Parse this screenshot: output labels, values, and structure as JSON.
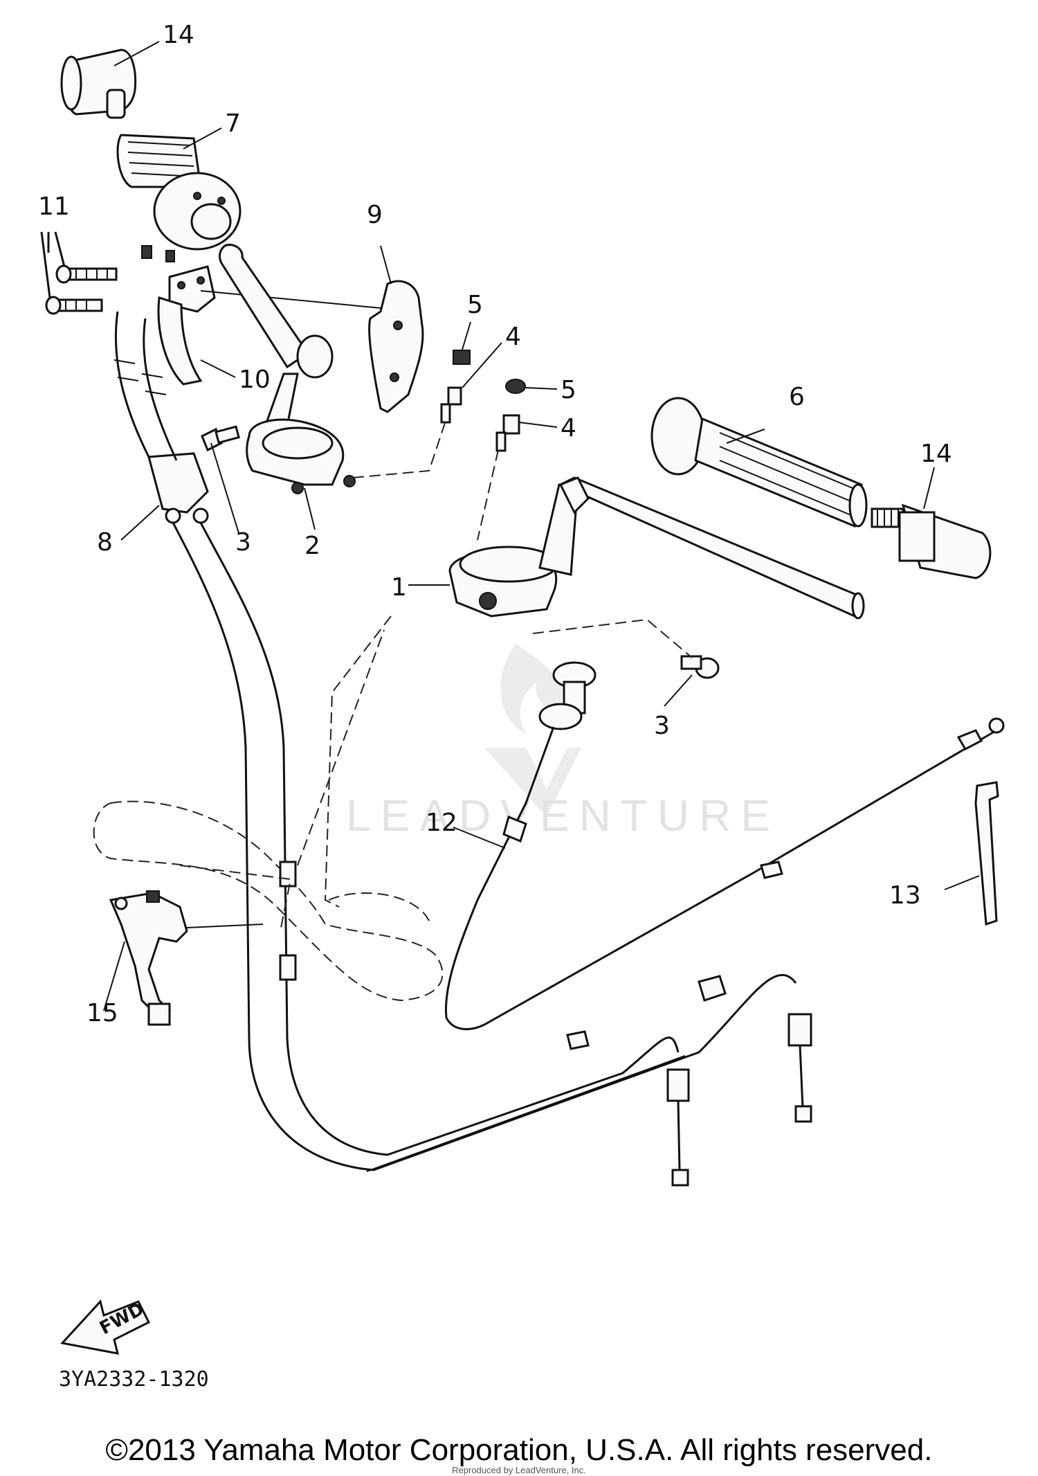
{
  "diagram": {
    "callouts": {
      "c1": "1",
      "c2": "2",
      "c3a": "3",
      "c3b": "3",
      "c4a": "4",
      "c4b": "4",
      "c5a": "5",
      "c5b": "5",
      "c6": "6",
      "c7": "7",
      "c8": "8",
      "c9": "9",
      "c10": "10",
      "c11": "11",
      "c12": "12",
      "c13": "13",
      "c14a": "14",
      "c14b": "14",
      "c15": "15"
    },
    "fwd_label": "FWD",
    "diagram_code": "3YA2332-1320",
    "watermark": "LEADVENTURE"
  },
  "footer": {
    "copyright": "©2013 Yamaha Motor Corporation, U.S.A. All rights reserved.",
    "reproduced": "Reproduced by LeadVenture, Inc."
  }
}
